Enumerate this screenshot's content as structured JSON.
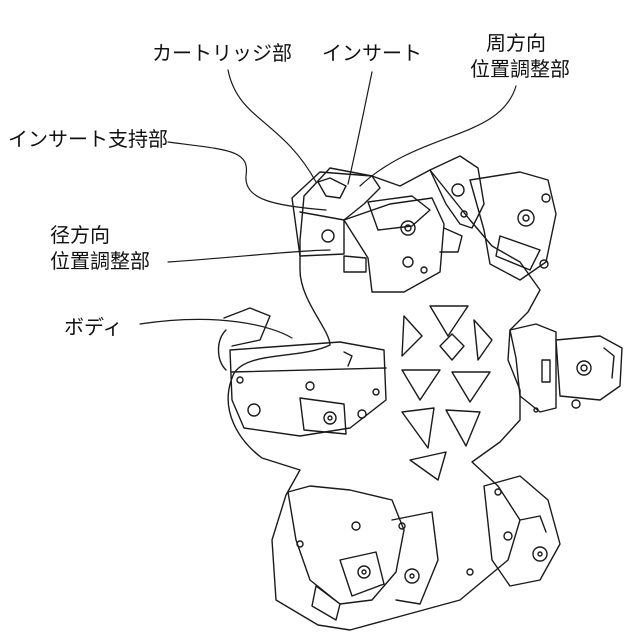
{
  "labels": {
    "cartridge": "カートリッジ部",
    "insert": "インサート",
    "circumferential": [
      "周方向",
      "位置調整部"
    ],
    "insert_support": "インサート支持部",
    "radial": [
      "径方向",
      "位置調整部"
    ],
    "body": "ボディ"
  },
  "colors": {
    "line": "#1a1a1a",
    "background": "#ffffff"
  }
}
